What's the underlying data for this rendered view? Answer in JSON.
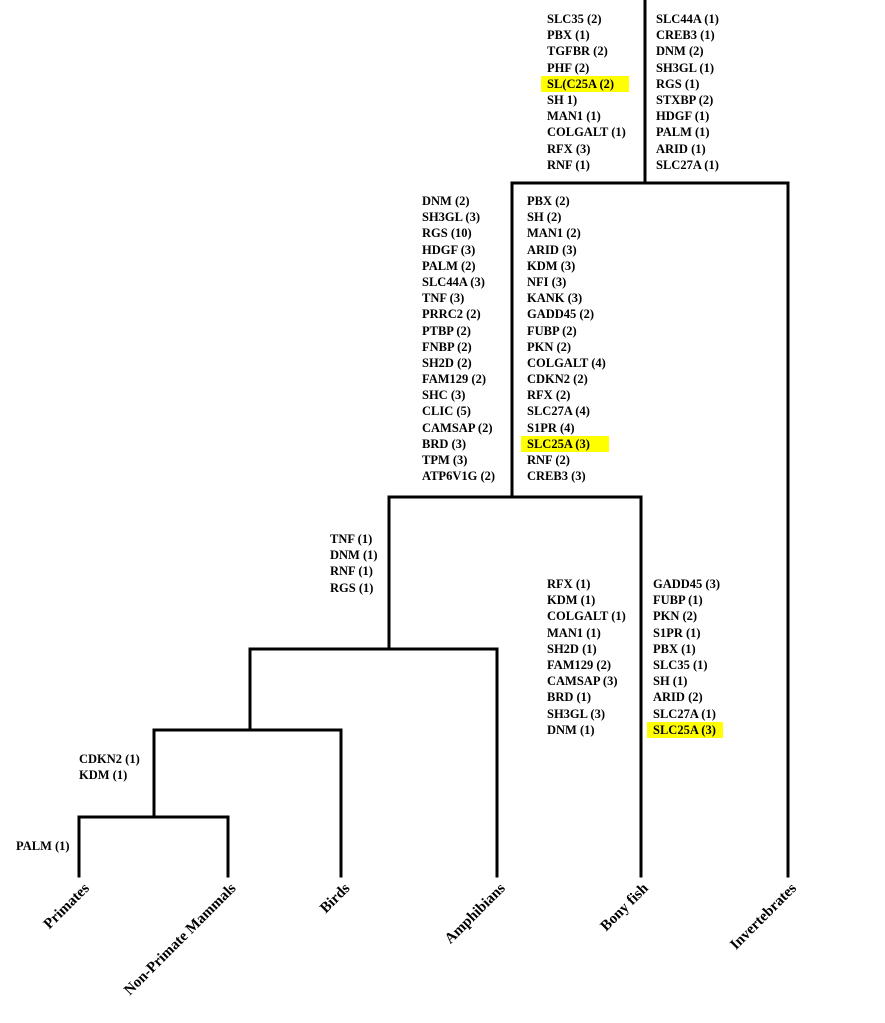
{
  "highlight_color": "#ffff00",
  "line_color": "#000000",
  "taxa": [
    "Primates",
    "Non-Primate Mammals",
    "Birds",
    "Amphibians",
    "Bony fish",
    "Invertebrates"
  ],
  "gene_lists": {
    "top_left": [
      {
        "text": "SLC35  (2)"
      },
      {
        "text": "PBX  (1)"
      },
      {
        "text": "TGFBR  (2)"
      },
      {
        "text": "PHF  (2)"
      },
      {
        "text": "SL(C25A  (2)",
        "highlight": true
      },
      {
        "text": "SH  1)"
      },
      {
        "text": "MAN1  (1)"
      },
      {
        "text": "COLGALT  (1)"
      },
      {
        "text": "RFX  (3)"
      },
      {
        "text": "RNF  (1)"
      }
    ],
    "top_right": [
      {
        "text": "SLC44A  (1)"
      },
      {
        "text": "CREB3  (1)"
      },
      {
        "text": "DNM  (2)"
      },
      {
        "text": "SH3GL  (1)"
      },
      {
        "text": "RGS  (1)"
      },
      {
        "text": "STXBP  (2)"
      },
      {
        "text": "HDGF  (1)"
      },
      {
        "text": "PALM  (1)"
      },
      {
        "text": "ARID  (1)"
      },
      {
        "text": "SLC27A  (1)"
      }
    ],
    "vertebrate_left": [
      {
        "text": "DNM  (2)"
      },
      {
        "text": "SH3GL  (3)"
      },
      {
        "text": "RGS  (10)"
      },
      {
        "text": "HDGF  (3)"
      },
      {
        "text": "PALM  (2)"
      },
      {
        "text": "SLC44A  (3)"
      },
      {
        "text": "TNF  (3)"
      },
      {
        "text": "PRRC2  (2)"
      },
      {
        "text": "PTBP  (2)"
      },
      {
        "text": "FNBP  (2)"
      },
      {
        "text": "SH2D  (2)"
      },
      {
        "text": "FAM129  (2)"
      },
      {
        "text": "SHC  (3)"
      },
      {
        "text": "CLIC  (5)"
      },
      {
        "text": "CAMSAP  (2)"
      },
      {
        "text": "BRD  (3)"
      },
      {
        "text": "TPM  (3)"
      },
      {
        "text": "ATP6V1G (2)"
      }
    ],
    "vertebrate_right": [
      {
        "text": "PBX  (2)"
      },
      {
        "text": "SH  (2)"
      },
      {
        "text": "MAN1  (2)"
      },
      {
        "text": "ARID  (3)"
      },
      {
        "text": "KDM  (3)"
      },
      {
        "text": "NFI  (3)"
      },
      {
        "text": "KANK  (3)"
      },
      {
        "text": "GADD45  (2)"
      },
      {
        "text": "FUBP  (2)"
      },
      {
        "text": "PKN  (2)"
      },
      {
        "text": "COLGALT  (4)"
      },
      {
        "text": "CDKN2  (2)"
      },
      {
        "text": "RFX  (2)"
      },
      {
        "text": "SLC27A  (4)"
      },
      {
        "text": "S1PR  (4)"
      },
      {
        "text": "SLC25A  (3)",
        "highlight": true
      },
      {
        "text": "RNF  (2)"
      },
      {
        "text": "CREB3  (3)"
      }
    ],
    "tetrapod": [
      {
        "text": "TNF  (1)"
      },
      {
        "text": "DNM (1)"
      },
      {
        "text": "RNF  (1)"
      },
      {
        "text": "RGS  (1)"
      }
    ],
    "fish_left": [
      {
        "text": "RFX  (1)"
      },
      {
        "text": "KDM  (1)"
      },
      {
        "text": "COLGALT (1)"
      },
      {
        "text": "MAN1  (1)"
      },
      {
        "text": "SH2D  (1)"
      },
      {
        "text": "FAM129  (2)"
      },
      {
        "text": "CAMSAP  (3)"
      },
      {
        "text": "BRD  (1)"
      },
      {
        "text": "SH3GL  (3)"
      },
      {
        "text": "DNM  (1)"
      }
    ],
    "fish_right": [
      {
        "text": "GADD45  (3)"
      },
      {
        "text": "FUBP  (1)"
      },
      {
        "text": "PKN  (2)"
      },
      {
        "text": "S1PR  (1)"
      },
      {
        "text": "PBX  (1)"
      },
      {
        "text": "SLC35  (1)"
      },
      {
        "text": "SH  (1)"
      },
      {
        "text": "ARID  (2)"
      },
      {
        "text": "SLC27A  (1)"
      },
      {
        "text": "SLC25A  (3)",
        "highlight": true
      }
    ],
    "mammal": [
      {
        "text": "CDKN2  (1)"
      },
      {
        "text": "KDM  (1)"
      }
    ],
    "primate": [
      {
        "text": "PALM (1)"
      }
    ]
  }
}
